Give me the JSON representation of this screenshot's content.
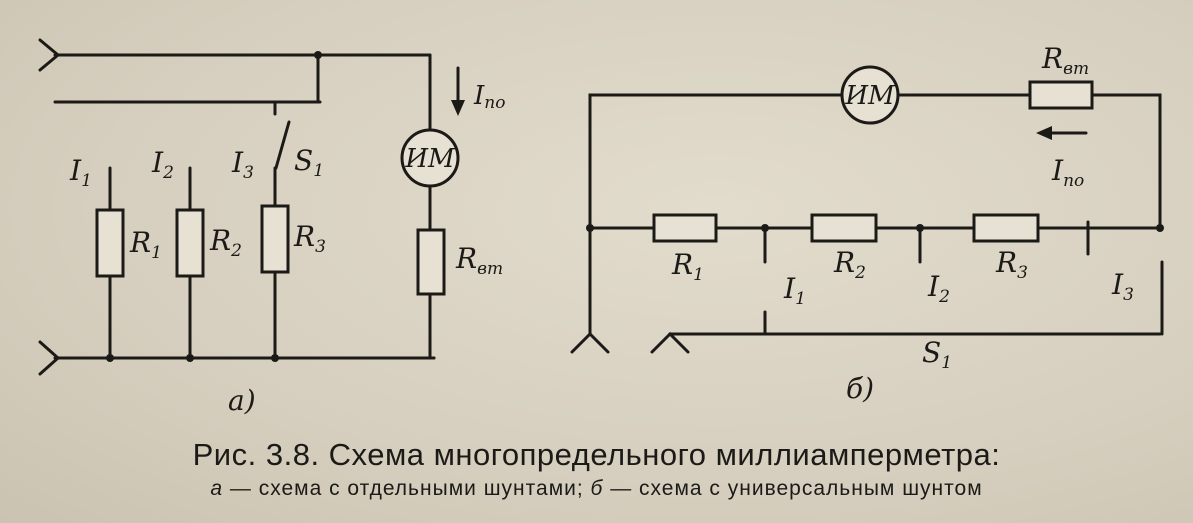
{
  "figure": {
    "caption_title": "Рис. 3.8. Схема многопредельного миллиамперметра:",
    "caption_a_letter": "а",
    "caption_a_text": " — схема с отдельными шунтами; ",
    "caption_b_letter": "б",
    "caption_b_text": " — схема с универсальным шунтом"
  },
  "diagram_a": {
    "panel_label": "а)",
    "meter": "ИМ",
    "current_label": {
      "main": "I",
      "sub": "по"
    },
    "branches": [
      {
        "current": {
          "main": "I",
          "sub": "1"
        },
        "resistor": {
          "main": "R",
          "sub": "1"
        }
      },
      {
        "current": {
          "main": "I",
          "sub": "2"
        },
        "resistor": {
          "main": "R",
          "sub": "2"
        }
      },
      {
        "current": {
          "main": "I",
          "sub": "3"
        },
        "resistor": {
          "main": "R",
          "sub": "3"
        }
      }
    ],
    "switch": {
      "main": "S",
      "sub": "1"
    },
    "internal_resistor": {
      "main": "R",
      "sub": "вт"
    }
  },
  "diagram_b": {
    "panel_label": "б)",
    "meter": "ИМ",
    "internal_resistor": {
      "main": "R",
      "sub": "вт"
    },
    "current_label": {
      "main": "I",
      "sub": "по"
    },
    "shunts": [
      {
        "main": "R",
        "sub": "1"
      },
      {
        "main": "R",
        "sub": "2"
      },
      {
        "main": "R",
        "sub": "3"
      }
    ],
    "taps": [
      {
        "main": "I",
        "sub": "1"
      },
      {
        "main": "I",
        "sub": "2"
      },
      {
        "main": "I",
        "sub": "3"
      }
    ],
    "switch": {
      "main": "S",
      "sub": "1"
    }
  }
}
